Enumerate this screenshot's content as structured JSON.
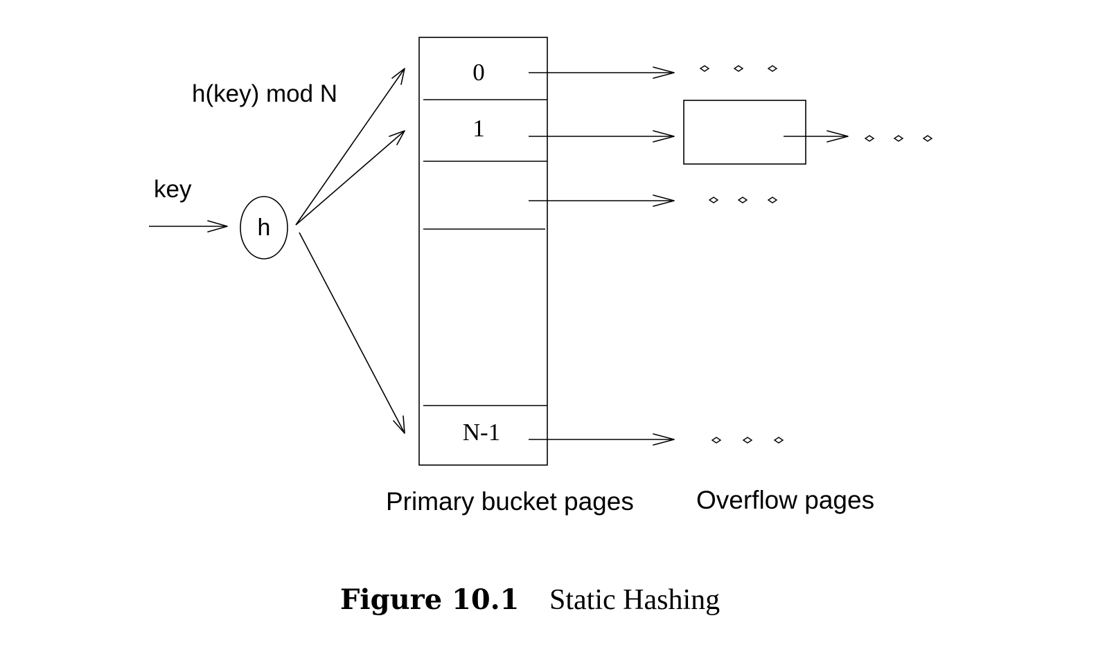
{
  "diagram": {
    "input_label": "key",
    "hash_function_label": "h",
    "hash_formula_label": "h(key) mod N",
    "buckets": [
      {
        "label": "0"
      },
      {
        "label": "1"
      },
      {
        "label": ""
      },
      {
        "label": "N-1"
      }
    ],
    "primary_pages_label": "Primary bucket pages",
    "overflow_pages_label": "Overflow pages"
  },
  "caption": {
    "figure_number": "Figure 10.1",
    "title": "Static Hashing"
  }
}
